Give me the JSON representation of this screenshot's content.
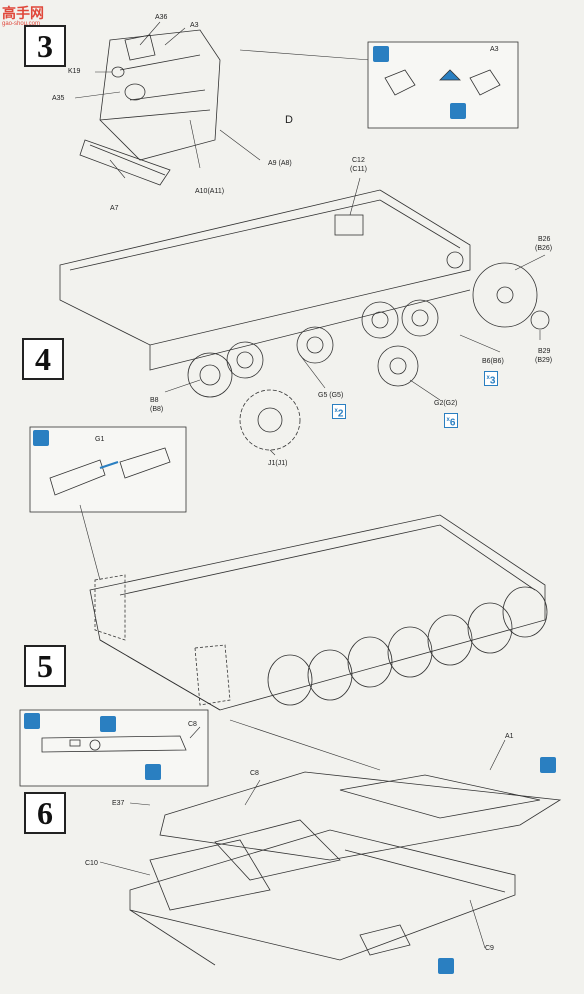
{
  "watermark": {
    "brand": "高手网",
    "url": "gao-shou.com"
  },
  "steps": [
    {
      "number": "3"
    },
    {
      "number": "4"
    },
    {
      "number": "5"
    },
    {
      "number": "6"
    }
  ],
  "step3": {
    "parts": {
      "a36": "A36",
      "a3": "A3",
      "k19": "K19",
      "a35": "A35",
      "a10": "A10(A11)",
      "a9": "A9  (A8)",
      "a7": "A7",
      "d": "D"
    },
    "inset_part": "A3"
  },
  "step4": {
    "parts": {
      "c12": "C12",
      "c11": "(C11)",
      "b26": "B26",
      "b26p": "(B26)",
      "b29": "B29",
      "b29p": "(B29)",
      "b6": "B6(B6)",
      "g5": "G5 (G5)",
      "b8": "B8",
      "b8p": "(B8)",
      "g2": "G2(G2)",
      "j1": "J1(J1)"
    },
    "qty": {
      "b6": "3",
      "g5": "2",
      "g2": "6"
    },
    "inset_part": "G1"
  },
  "step6": {
    "inset_part": "C8",
    "parts": {
      "c8": "C8",
      "a1": "A1",
      "e37": "E37",
      "c10": "C10",
      "c9": "C9"
    }
  }
}
